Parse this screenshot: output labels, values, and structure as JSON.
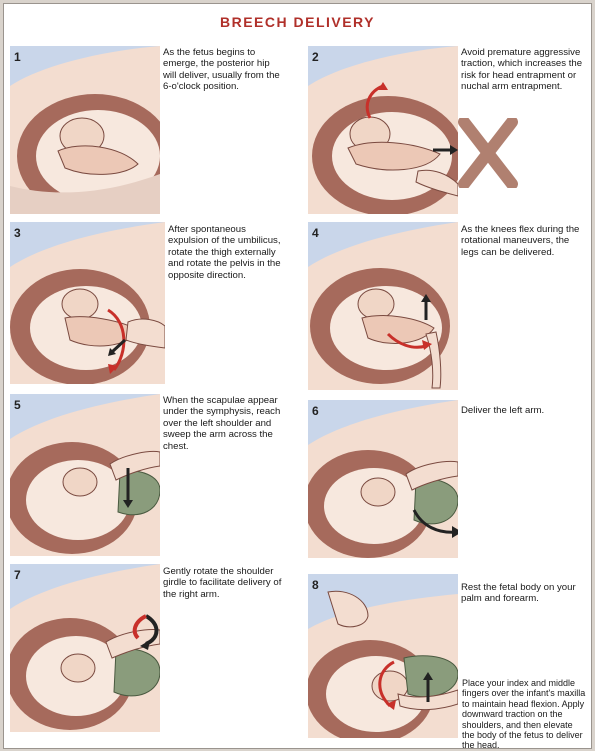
{
  "title": "BREECH DELIVERY",
  "colors": {
    "title": "#b0302a",
    "arrow": "#c8302a",
    "uterus": "#a66a5c",
    "skin": "#f3ddd0",
    "sky": "#c9d6ea",
    "cross": "#b08070",
    "clothes": "#8a9c7c"
  },
  "steps": [
    {
      "number": "1",
      "caption": "As the fetus begins to emerge, the posterior hip will deliver, usually from the 6-o'clock position."
    },
    {
      "number": "2",
      "caption": "Avoid premature aggressive traction, which increases the risk for head entrapment or nuchal arm entrapment."
    },
    {
      "number": "3",
      "caption": "After spontaneous expulsion of the umbilicus, rotate the thigh externally and rotate the pelvis in the opposite direction."
    },
    {
      "number": "4",
      "caption": "As the knees flex during the rotational maneuvers, the legs can be delivered."
    },
    {
      "number": "5",
      "caption": "When the scapulae appear under the symphysis, reach over the left shoulder and sweep the arm across the chest."
    },
    {
      "number": "6",
      "caption": "Deliver the left arm."
    },
    {
      "number": "7",
      "caption": "Gently rotate the shoulder girdle to facilitate delivery of the right arm."
    },
    {
      "number": "8",
      "caption": "Rest the fetal body on your palm and forearm.",
      "caption2": "Place your index and middle fingers over the infant's maxilla to maintain head flexion. Apply downward traction on the shoulders, and then elevate the body of the fetus to deliver the head."
    }
  ]
}
